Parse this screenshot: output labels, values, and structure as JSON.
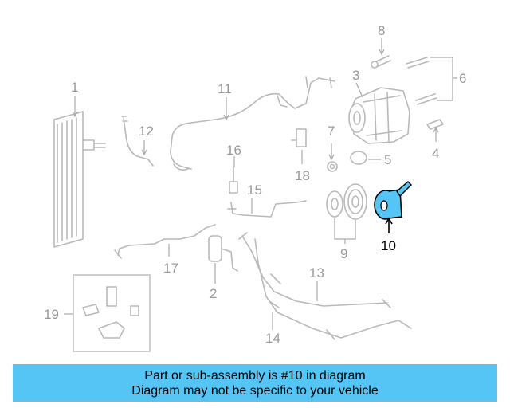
{
  "diagram": {
    "callouts": [
      "1",
      "2",
      "3",
      "4",
      "5",
      "6",
      "7",
      "8",
      "9",
      "10",
      "11",
      "12",
      "13",
      "14",
      "15",
      "16",
      "17",
      "18",
      "19"
    ],
    "highlight": "10",
    "highlight_color": "#55c5f5"
  },
  "banner": {
    "line1": "Part or sub-assembly is #10 in diagram",
    "line2": "Diagram may not be specific to your vehicle",
    "background": "#55c5f5"
  }
}
